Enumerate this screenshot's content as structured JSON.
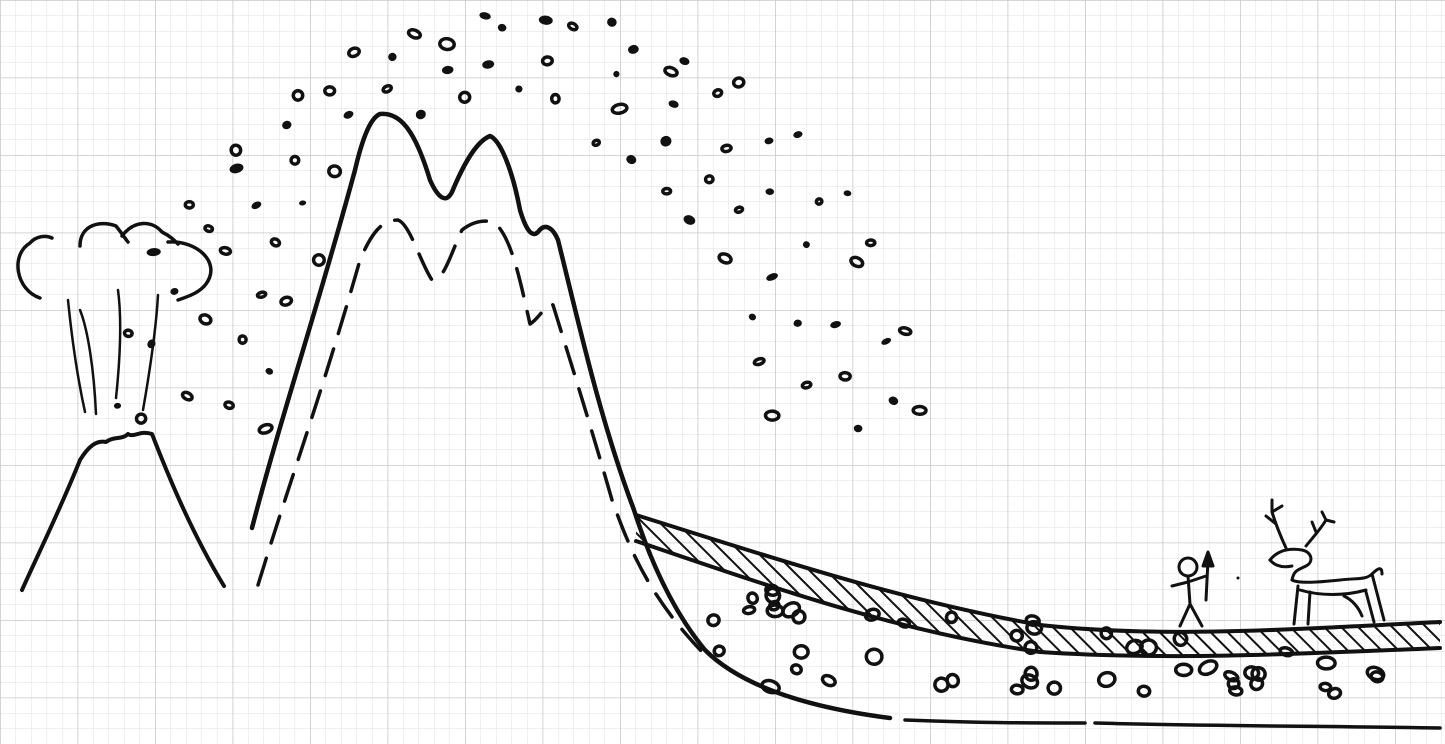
{
  "diagram": {
    "type": "hand-drawn sketch on graph paper",
    "features": [
      "erupting-volcano",
      "twin-peaked-mountain-present-outline",
      "mountain-former-outline-dashed",
      "arc-of-transported-pebbles",
      "sediment-layer-with-pebbles",
      "hatched-surface-layer",
      "stick-figure-hunter-with-spear",
      "deer-with-antlers"
    ],
    "colors": {
      "ink": "#111111",
      "paper": "#ffffff",
      "grid_minor": "#dcdcdc",
      "grid_major": "#c4c4c4"
    }
  }
}
